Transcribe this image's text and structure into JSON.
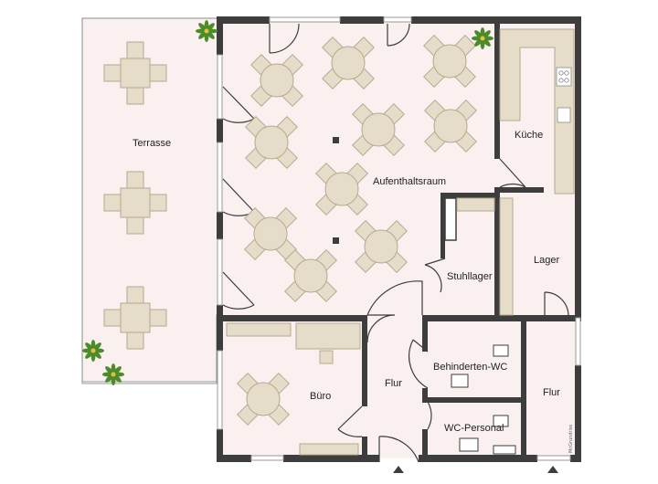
{
  "floor_plan": {
    "rooms": [
      {
        "key": "terrasse",
        "label": "Terrasse"
      },
      {
        "key": "aufenthaltsraum",
        "label": "Aufenthaltsraum"
      },
      {
        "key": "kueche",
        "label": "Küche"
      },
      {
        "key": "stuhllager",
        "label": "Stuhllager"
      },
      {
        "key": "lager",
        "label": "Lager"
      },
      {
        "key": "behinderten_wc",
        "label": "Behinderten-WC"
      },
      {
        "key": "buero",
        "label": "Büro"
      },
      {
        "key": "flur_1",
        "label": "Flur"
      },
      {
        "key": "flur_2",
        "label": "Flur"
      },
      {
        "key": "wc_personal",
        "label": "WC-Personal"
      }
    ],
    "watermark": "McGrundriss"
  },
  "colors": {
    "wall": "#3d3d3d",
    "floor": "#faf0f0",
    "furniture": "#e6dcca",
    "furniture_stroke": "#b7a98f",
    "plant": "#4f8a2a"
  }
}
